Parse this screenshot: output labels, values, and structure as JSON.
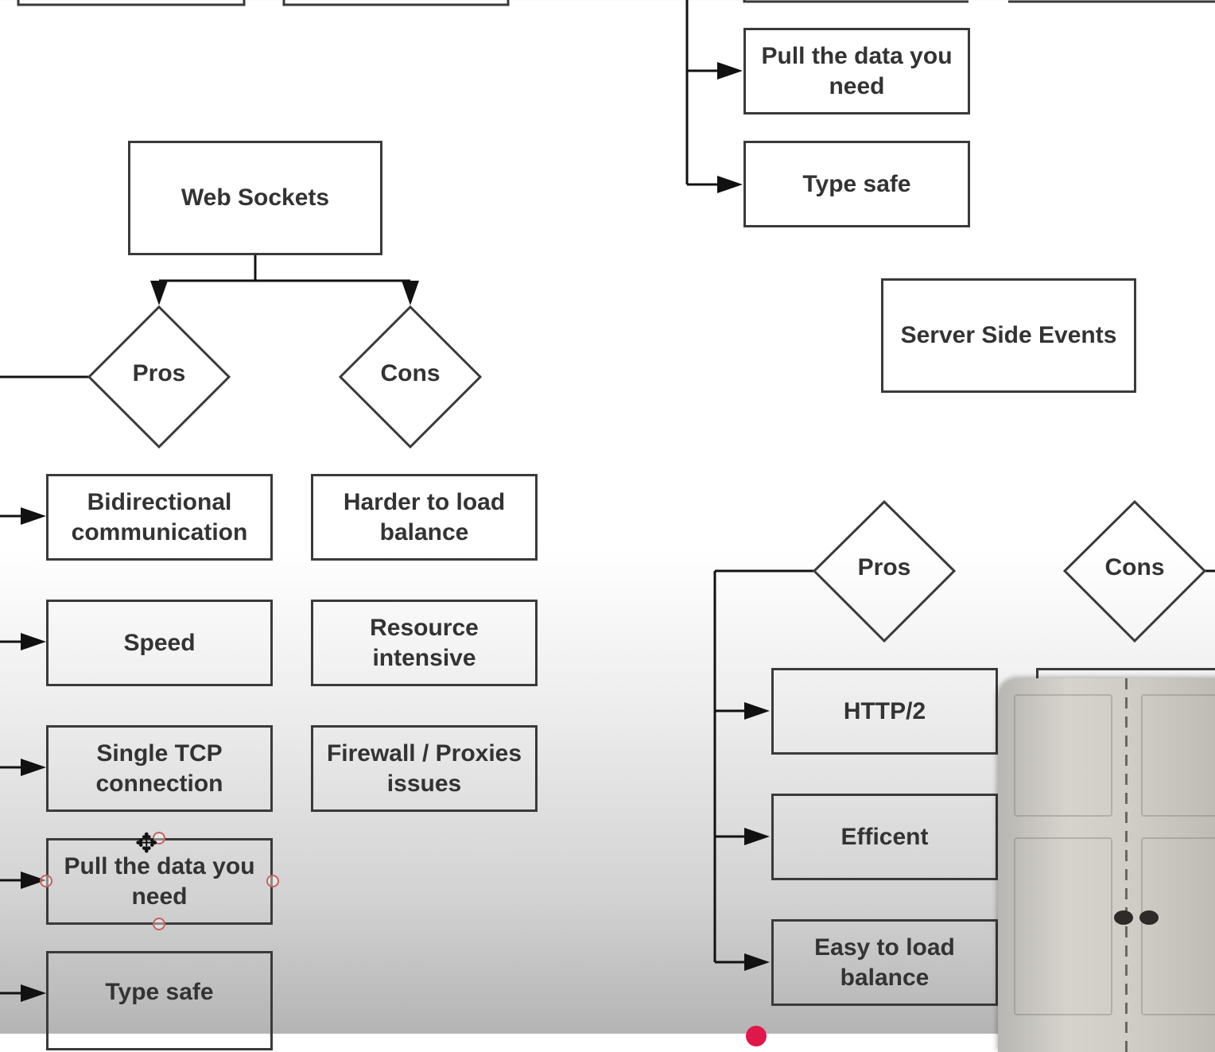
{
  "colors": {
    "line": "#111111",
    "box_border": "#3a3a3a",
    "text": "#333333",
    "record_dot": "#e0174a"
  },
  "websockets": {
    "title": "Web Sockets",
    "pros_label": "Pros",
    "cons_label": "Cons",
    "pros": [
      "Bidirectional communication",
      "Speed",
      "Single TCP connection",
      "Pull the data you need",
      "Type safe"
    ],
    "cons": [
      "Harder to load balance",
      "Resource intensive",
      "Firewall / Proxies issues"
    ]
  },
  "graphql_partial": {
    "pros": [
      "Pull the data you need",
      "Type safe"
    ]
  },
  "sse": {
    "title": "Server Side Events",
    "pros_label": "Pros",
    "cons_label": "Cons",
    "pros": [
      "HTTP/2",
      "Efficent",
      "Easy to load balance"
    ]
  },
  "icons": {
    "cursor": "move-cursor-icon",
    "webcam": "webcam-overlay"
  }
}
